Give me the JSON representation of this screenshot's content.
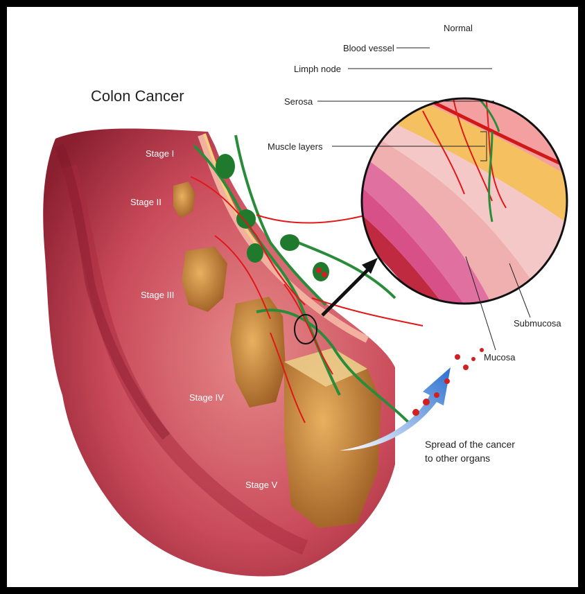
{
  "title": "Colon Cancer",
  "inset_title": "Normal",
  "labels": {
    "blood_vessel": "Blood vessel",
    "lymph_node": "Limph node",
    "serosa": "Serosa",
    "muscle_layers": "Muscle layers",
    "submucosa": "Submucosa",
    "mucosa": "Mucosa",
    "spread_line1": "Spread of the cancer",
    "spread_line2": "to other organs"
  },
  "stages": [
    "Stage I",
    "Stage II",
    "Stage III",
    "Stage IV",
    "Stage V"
  ],
  "colors": {
    "colon_outer": "#c23a4c",
    "colon_inner": "#e07a7a",
    "tumor": "#c98a3a",
    "lymph": "#2a8c3a",
    "vessel": "#e01818",
    "spread_arrow": "#3a7fd0"
  }
}
